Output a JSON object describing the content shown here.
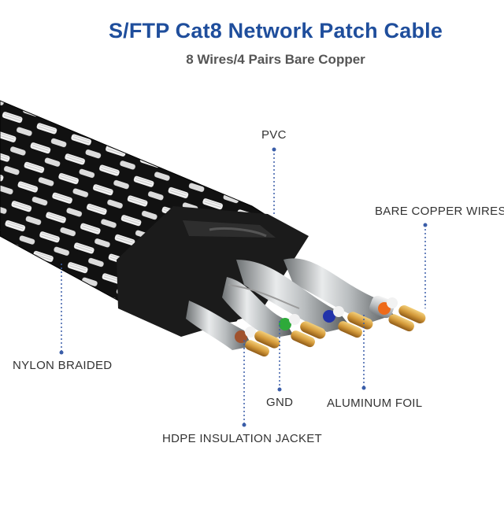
{
  "header": {
    "title": "S/FTP Cat8 Network Patch Cable",
    "subtitle": "8 Wires/4 Pairs Bare Copper"
  },
  "labels": {
    "pvc": "PVC",
    "bare_copper": "BARE COPPER WIRES",
    "nylon": "NYLON BRAIDED",
    "gnd": "GND",
    "aluminum": "ALUMINUM FOIL",
    "hdpe": "HDPE INSULATION JACKET"
  },
  "colors": {
    "title": "#1f4e9c",
    "leader_line": "#3a5da8",
    "pair_brown": "#a0522d",
    "pair_green": "#2eaa3a",
    "pair_blue": "#2233aa",
    "pair_orange": "#ee6a1a",
    "copper": "#d49a3a"
  },
  "icons": [
    "braided-cable",
    "pvc-spline",
    "twisted-pair-wires",
    "copper-strands"
  ]
}
